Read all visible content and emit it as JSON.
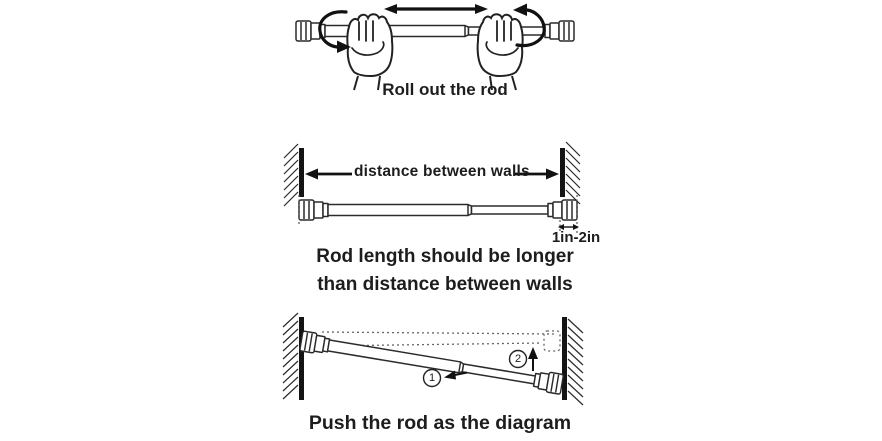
{
  "colors": {
    "ink": "#1d1d1d",
    "background": "#ffffff",
    "dotted_guide": "#666666"
  },
  "panel_roll": {
    "caption": "Roll out the rod"
  },
  "panel_length": {
    "distance_label": "distance between walls",
    "overhang_label": "1in-2in",
    "caption_line1": "Rod length should be longer",
    "caption_line2": "than distance between walls"
  },
  "panel_push": {
    "step1": "1",
    "step2": "2",
    "caption": "Push the rod as the diagram"
  }
}
